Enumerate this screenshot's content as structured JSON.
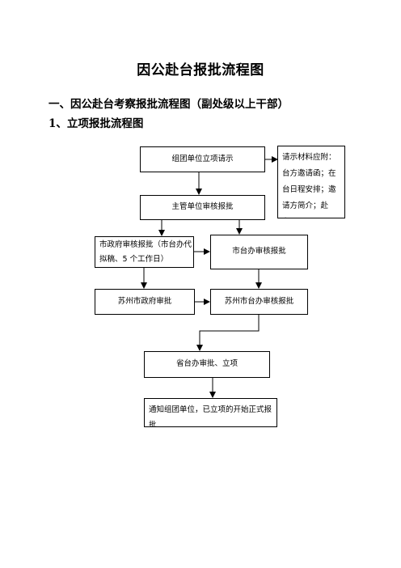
{
  "doc": {
    "title": "因公赴台报批流程图",
    "section_1": "一、因公赴台考察报批流程图（副处级以上干部）",
    "section_1_1": "1、立项报批流程图"
  },
  "flow": {
    "step_group_request": "组团单位立项请示",
    "note_materials": "请示材料应附：台方邀请函；在台日程安排；邀请方简介；赴台…",
    "step_dept_review": "主管单位审核报批",
    "step_city_gov_review": "市政府审核报批（市台办代拟稿、5 个工作日）",
    "step_city_tao_review": "市台办审核报批",
    "step_suzhou_gov_approve": "苏州市政府审批",
    "step_suzhou_tao_review": "苏州市台办审核报批",
    "step_prov_tao_approve": "省台办审批、立项",
    "step_notify": "通知组团单位，已立项的开始正式报批"
  }
}
